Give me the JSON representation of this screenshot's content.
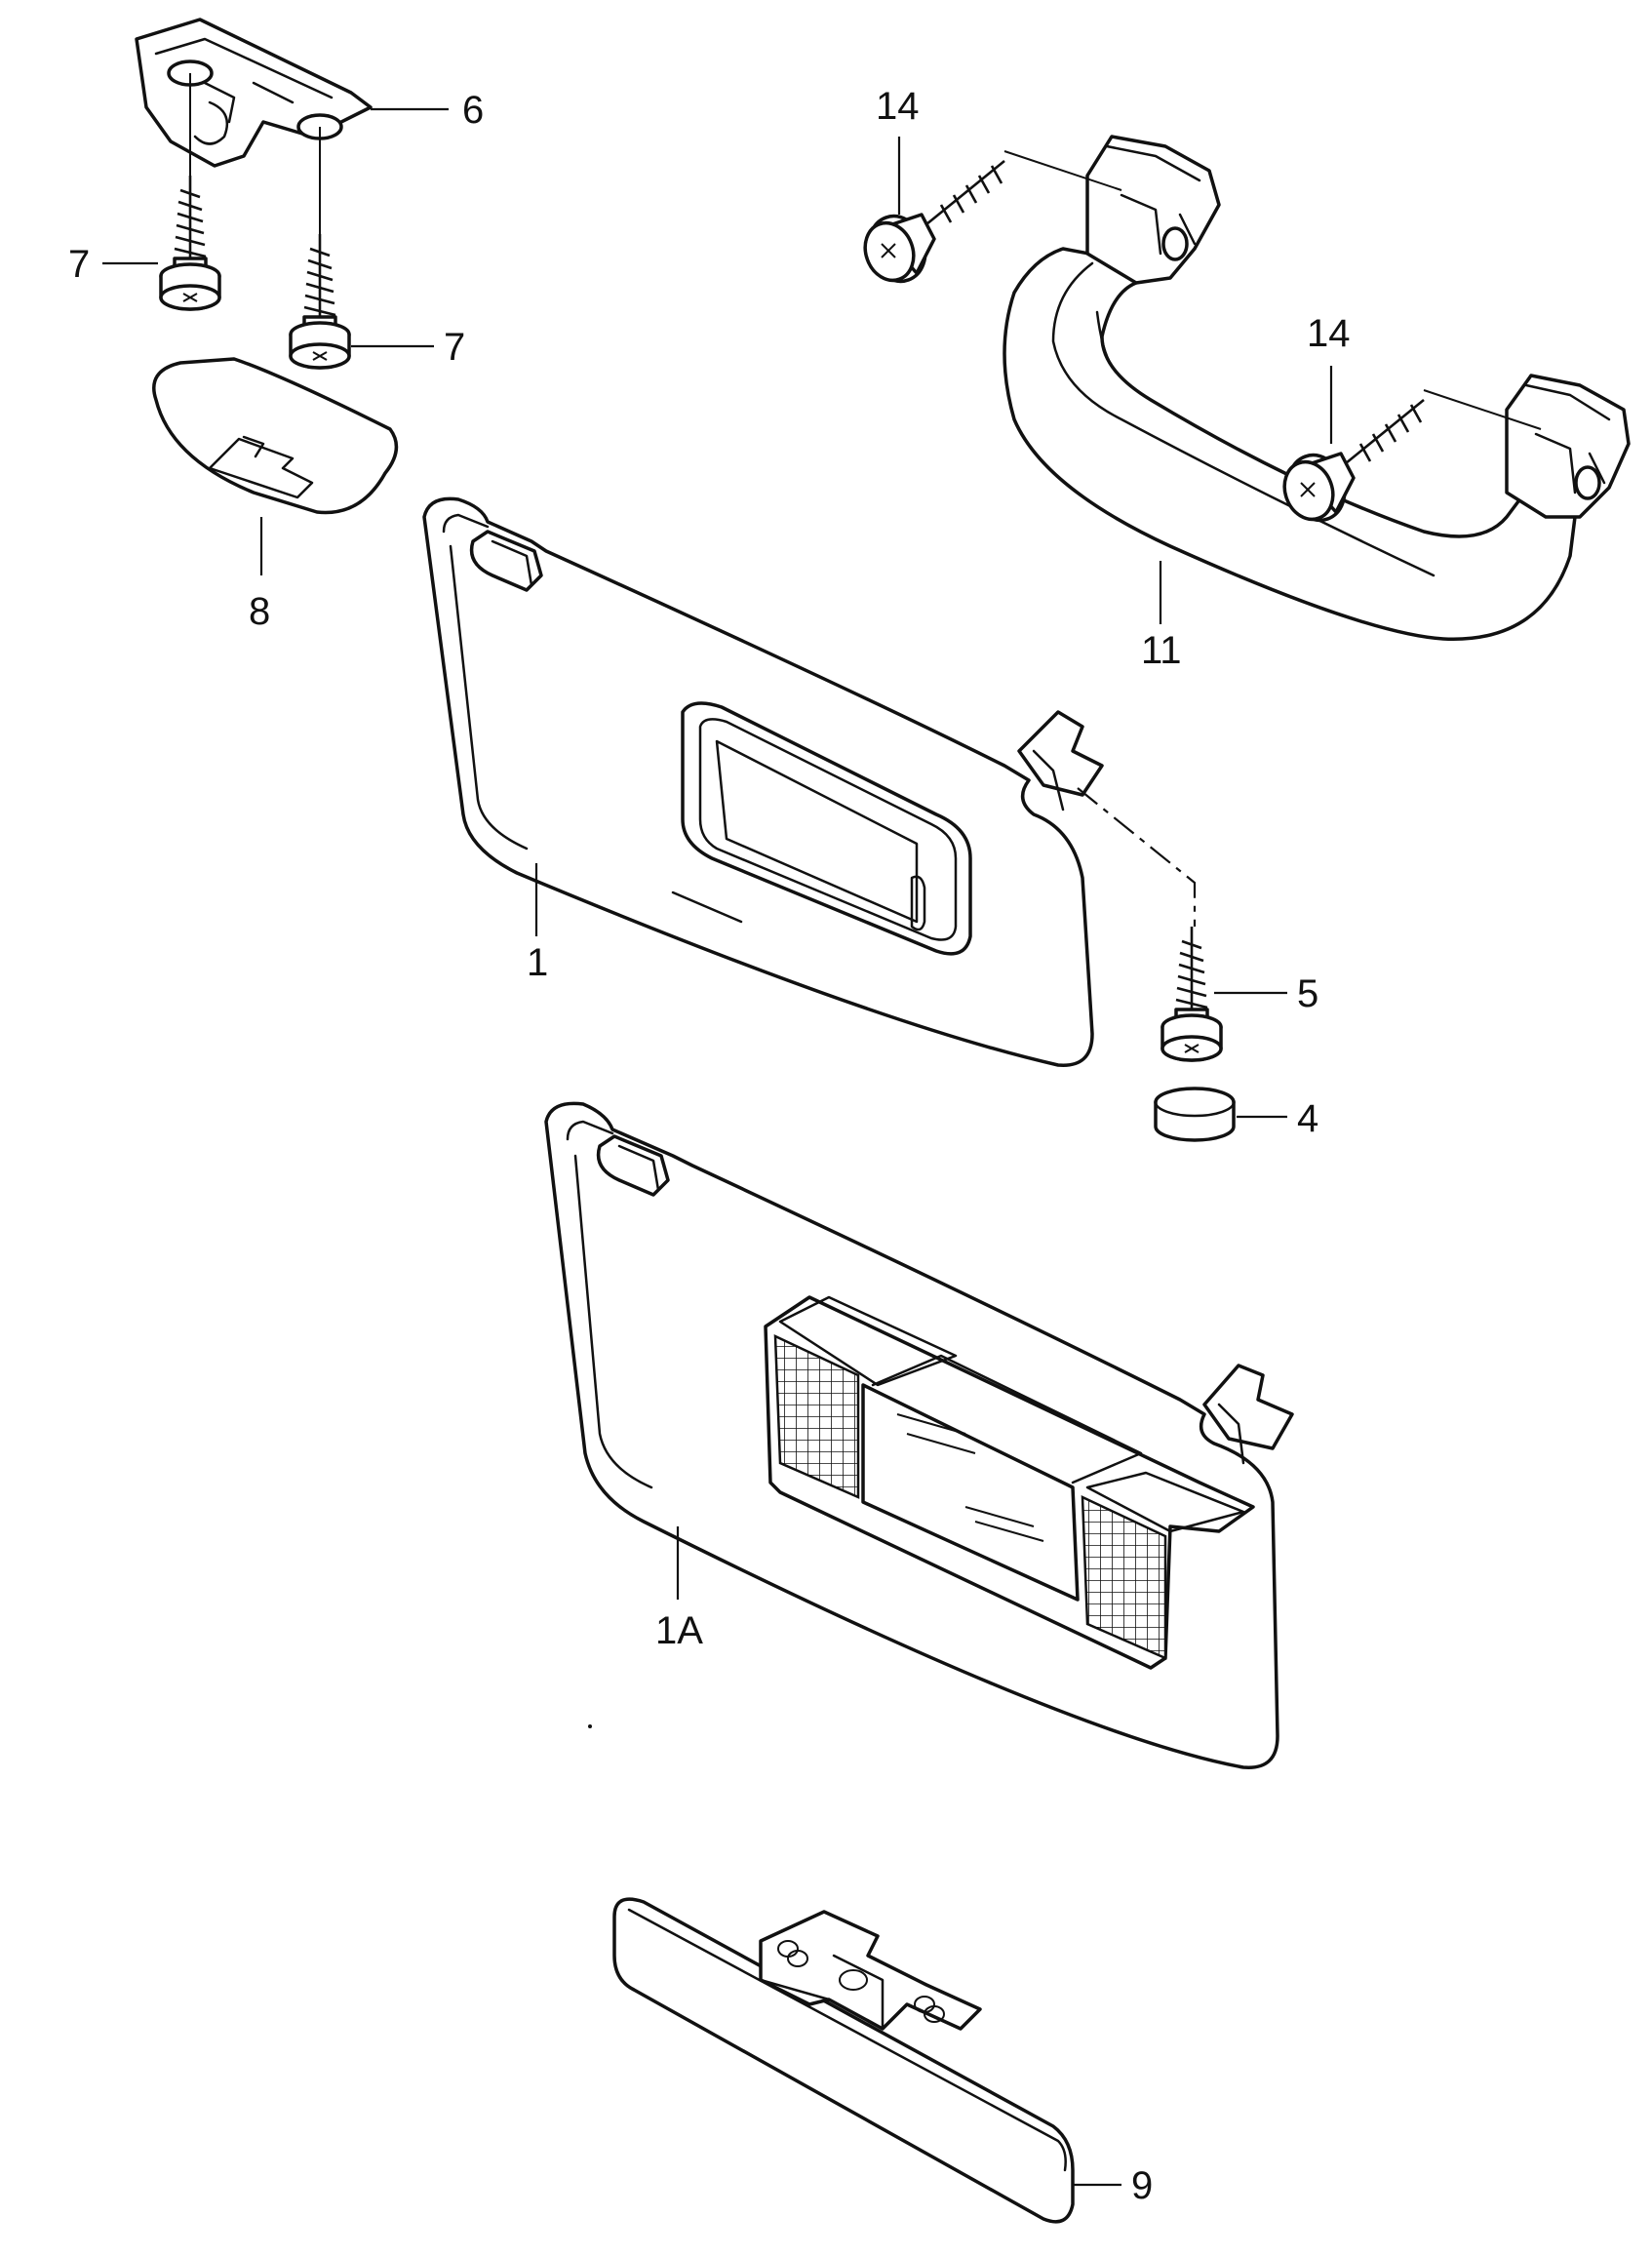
{
  "callouts": {
    "c6": "6",
    "c7a": "7",
    "c7b": "7",
    "c8": "8",
    "c14a": "14",
    "c14b": "14",
    "c11": "11",
    "c1": "1",
    "c5": "5",
    "c4": "4",
    "c1a": "1A",
    "c9": "9"
  }
}
